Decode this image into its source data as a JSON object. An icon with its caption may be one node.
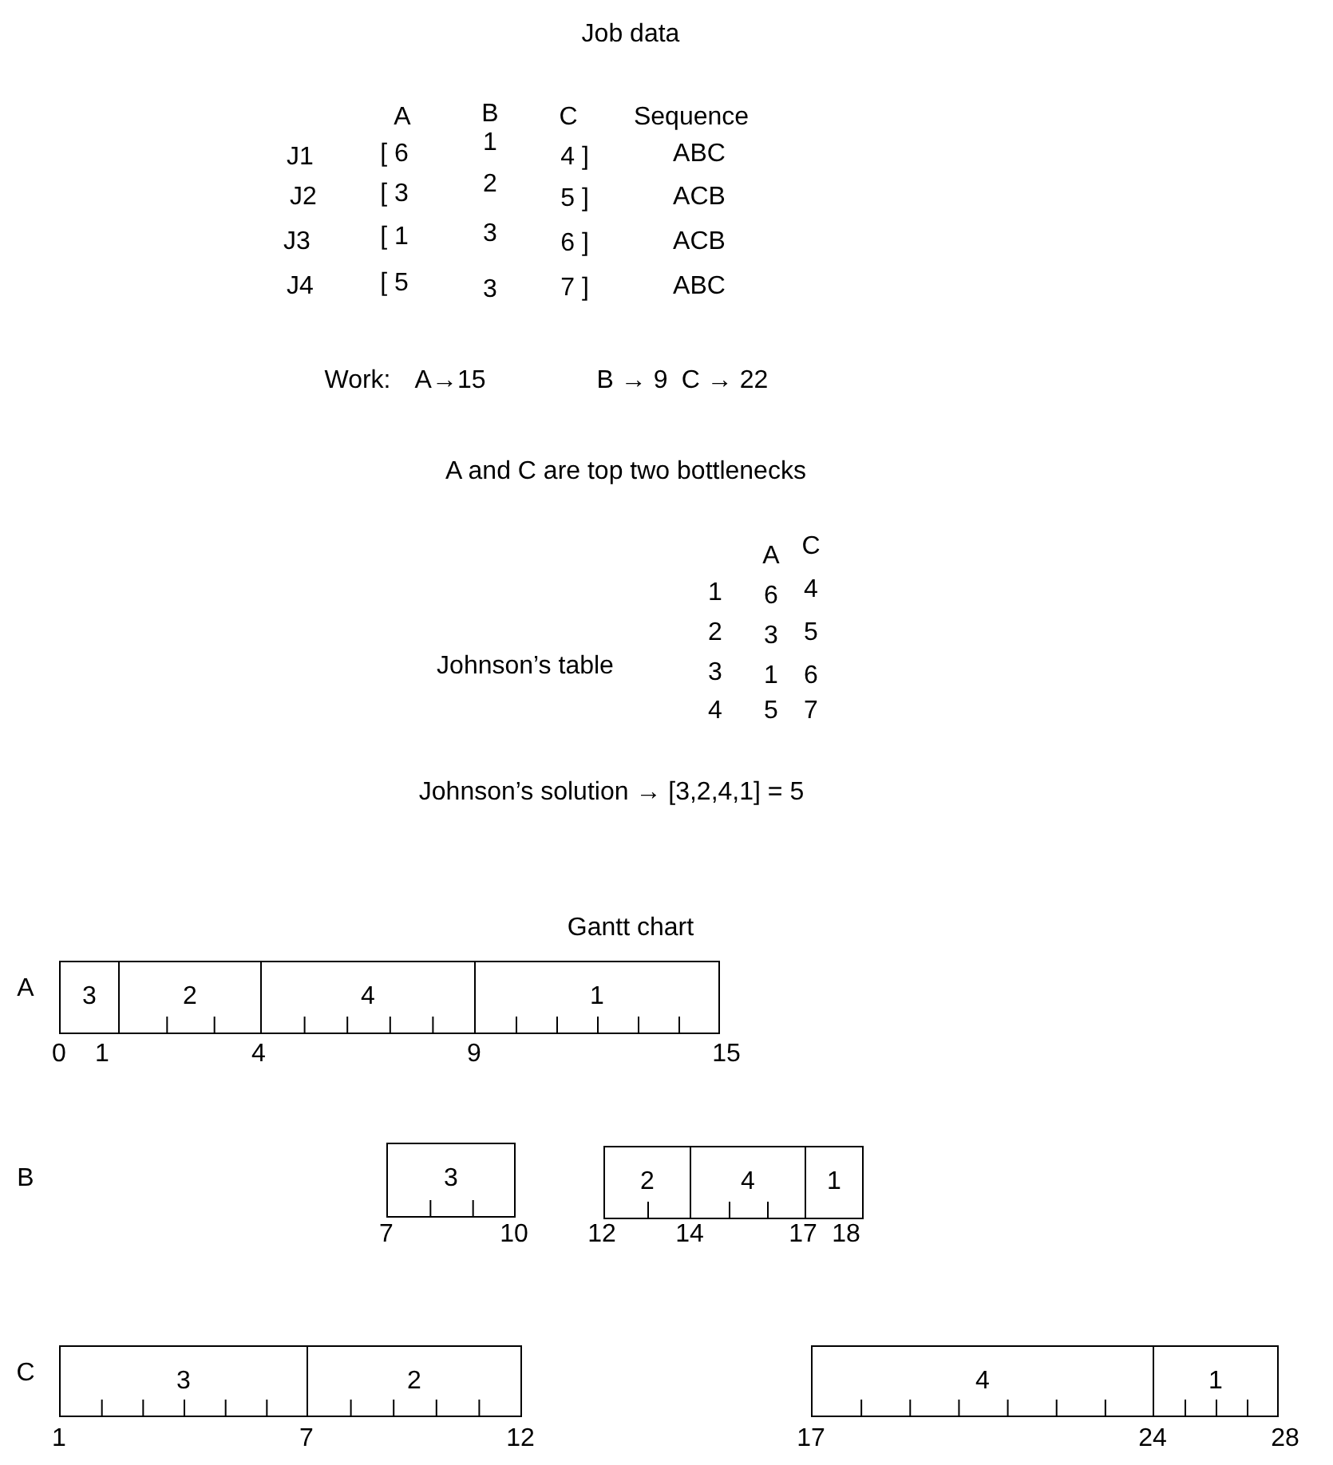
{
  "diagram": {
    "title": "Job data",
    "nodes": [
      {
        "text": [
          "3"
        ]
      },
      {
        "text": [
          "2"
        ]
      },
      {
        "text": [
          "4"
        ]
      },
      {
        "text": [
          "1"
        ]
      },
      {
        "text": [
          "3"
        ]
      },
      {
        "text": [
          "2"
        ]
      },
      {
        "text": [
          "4"
        ]
      },
      {
        "text": [
          "1"
        ]
      },
      {
        "text": [
          "3"
        ]
      },
      {
        "text": [
          "2"
        ]
      },
      {
        "text": [
          "4"
        ]
      },
      {
        "text": [
          "1"
        ]
      }
    ],
    "labels": [
      "A",
      "B",
      "C",
      "Sequence",
      "J1",
      "[ 6",
      "1",
      "4 ]",
      "ABC",
      "J2",
      "[ 3",
      "2",
      "5 ]",
      "ACB",
      "J3",
      "[ 1",
      "3",
      "6 ]",
      "ACB",
      "J4",
      "[ 5",
      "3",
      "7 ]",
      "ABC",
      "Work:",
      "A→15",
      "B → 9",
      "C → 22",
      "A and C are top two bottlenecks",
      "A",
      "C",
      "Johnson’s table",
      "1",
      "6",
      "4",
      "2",
      "3",
      "5",
      "3",
      "1",
      "6",
      "4",
      "5",
      "7",
      "Johnson’s solution  → [3,2,4,1] = 5",
      "Gantt chart",
      "A",
      "B",
      "C",
      "0",
      "1",
      "4",
      "9",
      "15",
      "7",
      "10",
      "12",
      "14",
      "17",
      "18",
      "1",
      "7",
      "12",
      "17",
      "24",
      "28"
    ]
  }
}
